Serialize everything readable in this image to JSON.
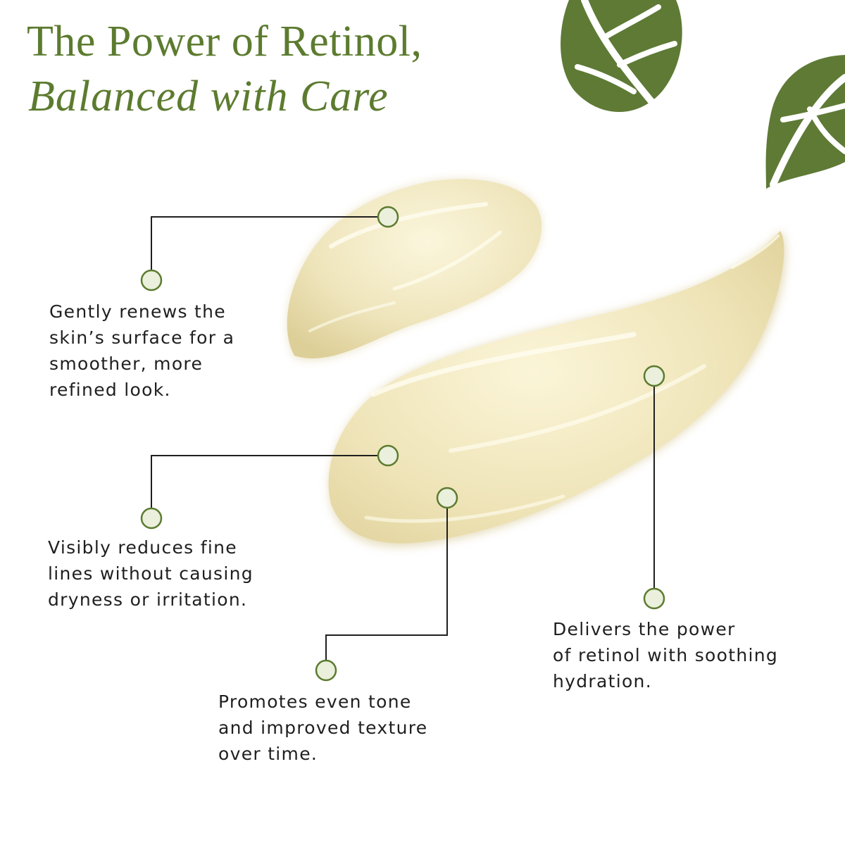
{
  "title": {
    "line1": "The Power of Retinol,",
    "line2": "Balanced with Care"
  },
  "colors": {
    "title": "#5c7b2f",
    "leaf": "#5e7a35",
    "cream": "#efe6bf",
    "connector": "#1f1f1f",
    "marker_fill": "#eaf0dc",
    "marker_stroke": "#5c7b2f",
    "text": "#1f1f1f"
  },
  "callouts": [
    {
      "id": "renews",
      "text": "Gently renews the\nskin’s surface for a\nsmoother, more\nrefined look."
    },
    {
      "id": "fine-lines",
      "text": "Visibly reduces fine\nlines without causing\ndryness or irritation."
    },
    {
      "id": "even-tone",
      "text": "Promotes even tone\nand improved texture\nover time."
    },
    {
      "id": "hydration",
      "text": "Delivers the power\nof retinol with soothing\nhydration."
    }
  ],
  "decorations": {
    "leaves": [
      "leaf-icon",
      "leaf-icon"
    ],
    "swatches": [
      "cream-swatch-small",
      "cream-swatch-large"
    ]
  }
}
